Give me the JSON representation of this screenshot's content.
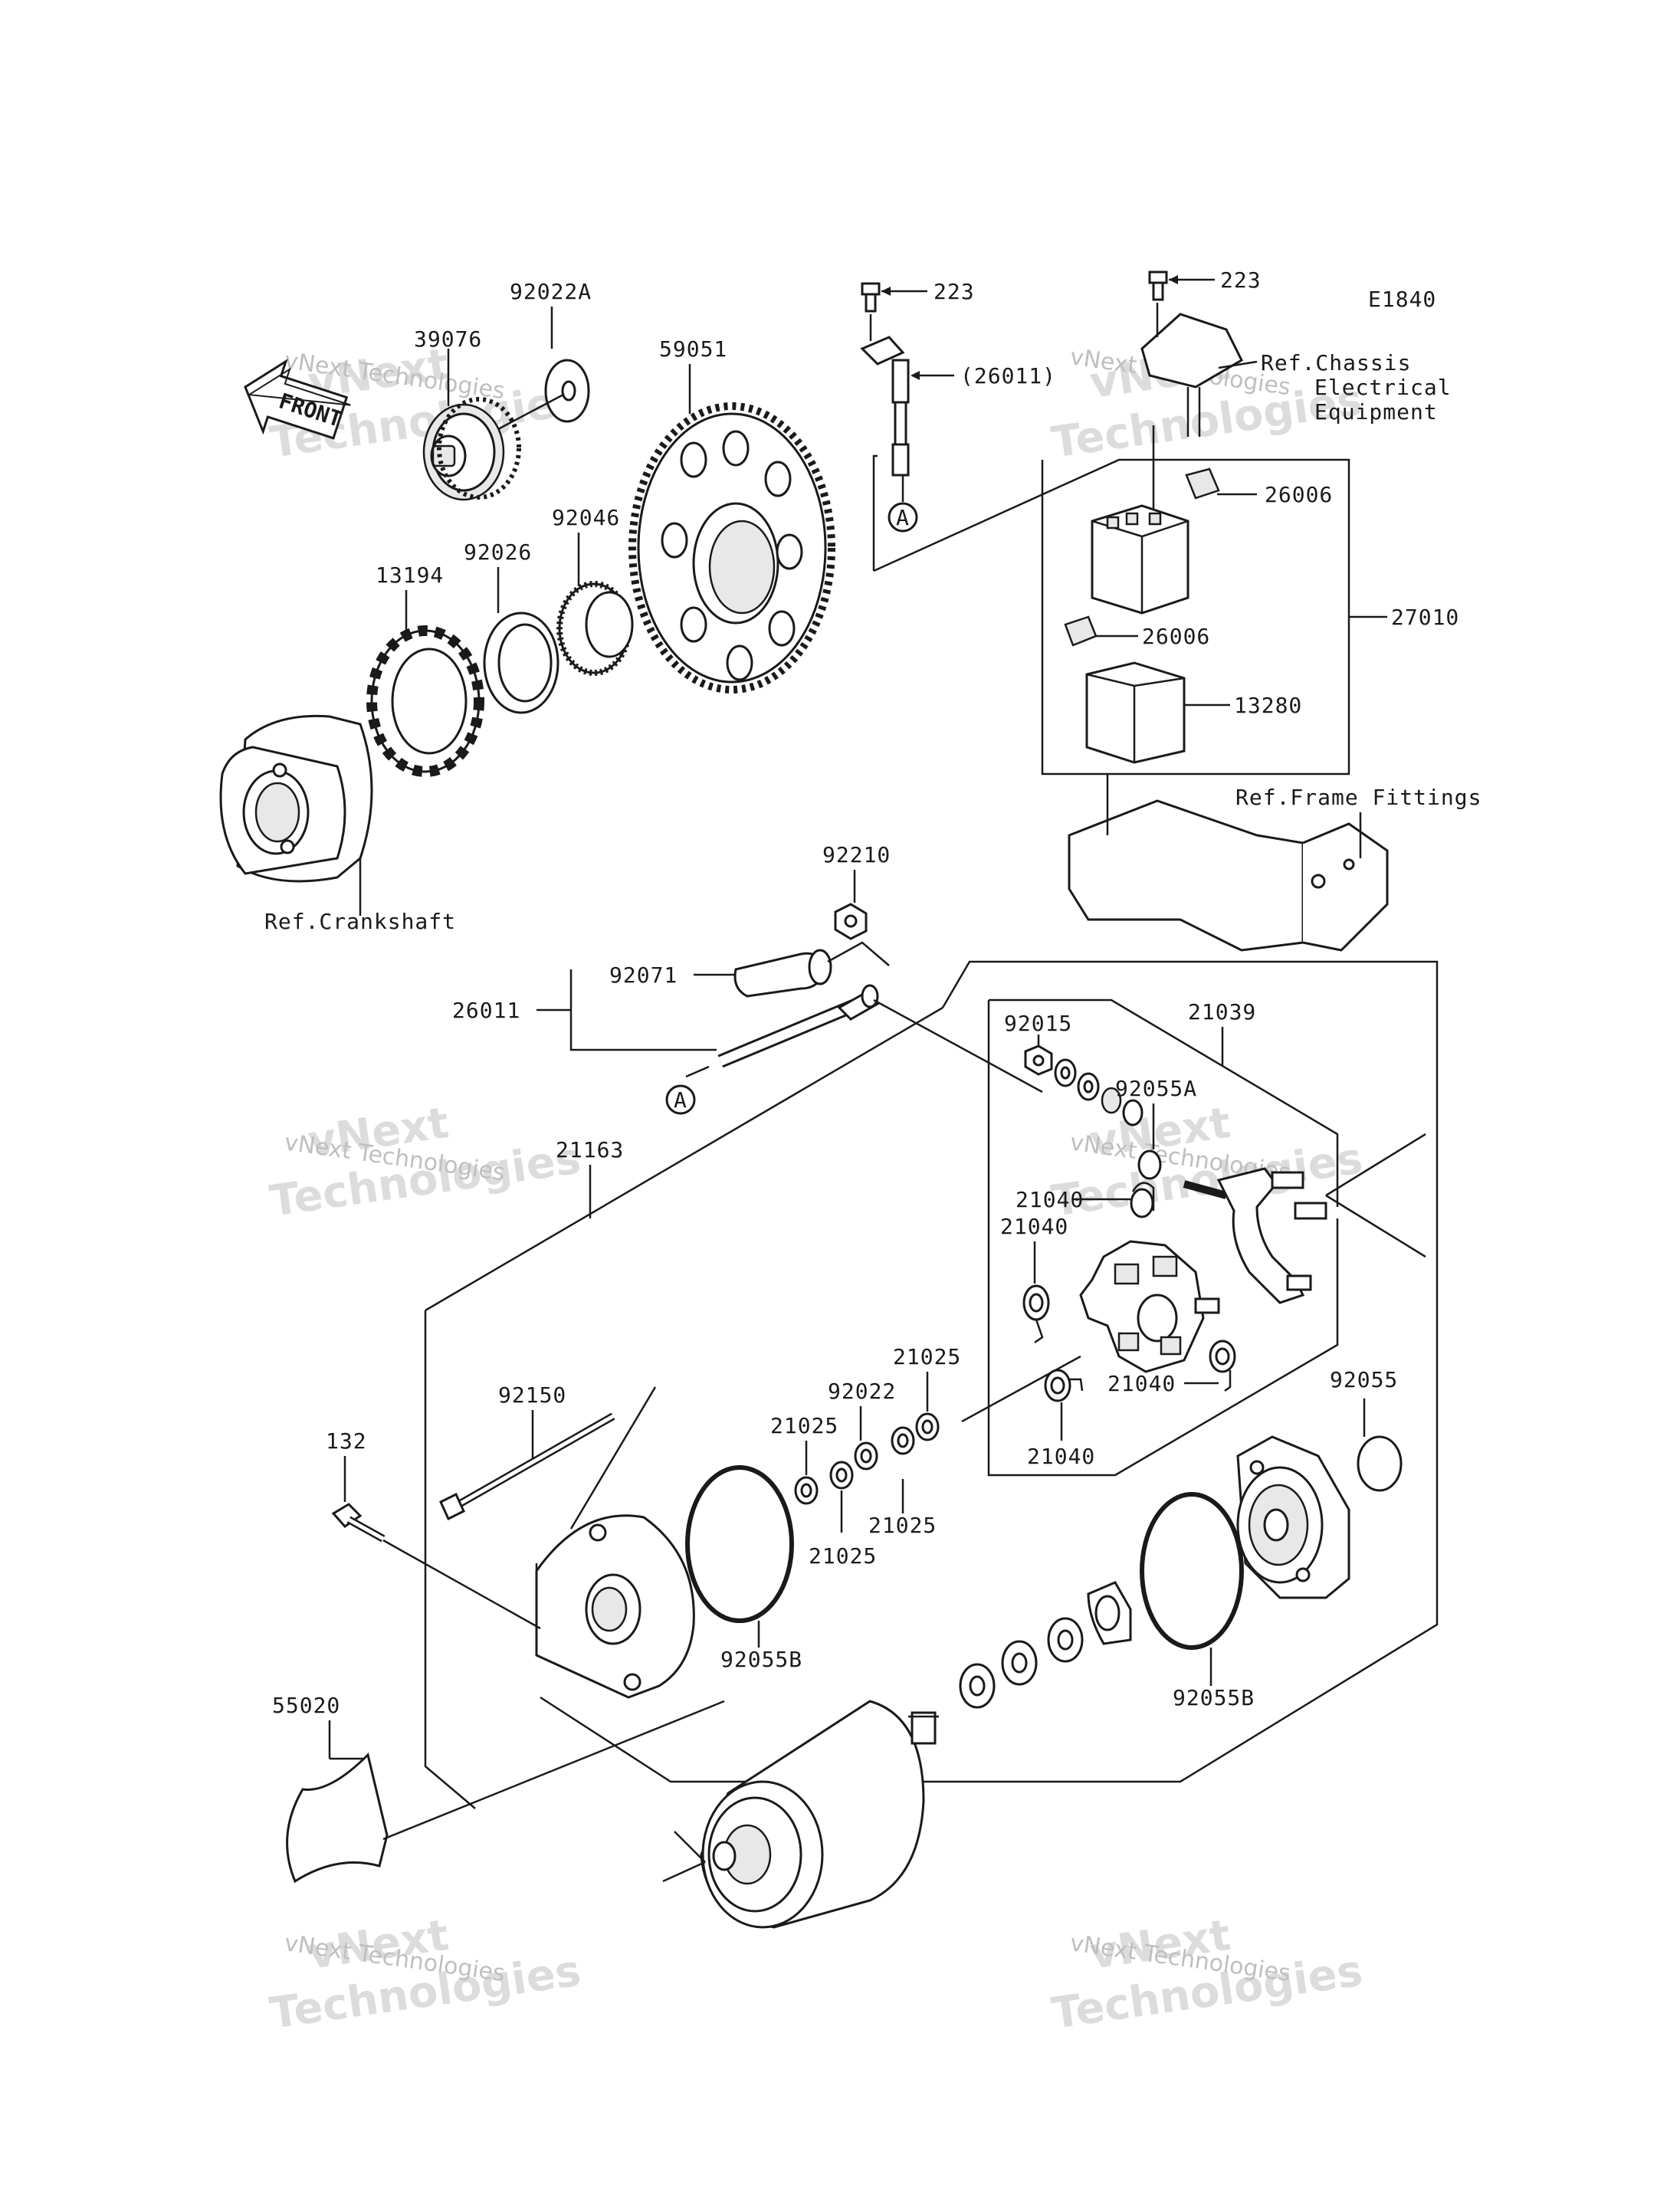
{
  "diagram": {
    "code": "E1840",
    "front_label": "FRONT",
    "callouts": {
      "p223a": "223",
      "p223b": "223",
      "p92022a": "92022A",
      "p39076": "39076",
      "p59051": "59051",
      "p26011p": "(26011)",
      "refChassis1": "Ref.Chassis",
      "refChassis2": "Electrical",
      "refChassis3": "Equipment",
      "p26006a": "26006",
      "p92046": "92046",
      "p92026": "92026",
      "p13194": "13194",
      "p27010": "27010",
      "p26006b": "26006",
      "p13280": "13280",
      "refFrame": "Ref.Frame Fittings",
      "refCrank": "Ref.Crankshaft",
      "p92210": "92210",
      "p92071": "92071",
      "p26011": "26011",
      "p21039": "21039",
      "p92015": "92015",
      "p92055a": "92055A",
      "p21163": "21163",
      "p21040a": "21040",
      "p21040b": "21040",
      "p21025a": "21025",
      "p92022": "92022",
      "p21025b": "21025",
      "p21040c": "21040",
      "p92055": "92055",
      "p92150": "92150",
      "p132": "132",
      "p21040d": "21040",
      "p21025c": "21025",
      "p21025d": "21025",
      "p92055b1": "92055B",
      "p92055b2": "92055B",
      "p55020": "55020",
      "circA1": "A",
      "circA2": "A"
    },
    "watermark": {
      "line1": "vNext Technologies",
      "line2": "Technologies",
      "line3": "vNext"
    }
  }
}
